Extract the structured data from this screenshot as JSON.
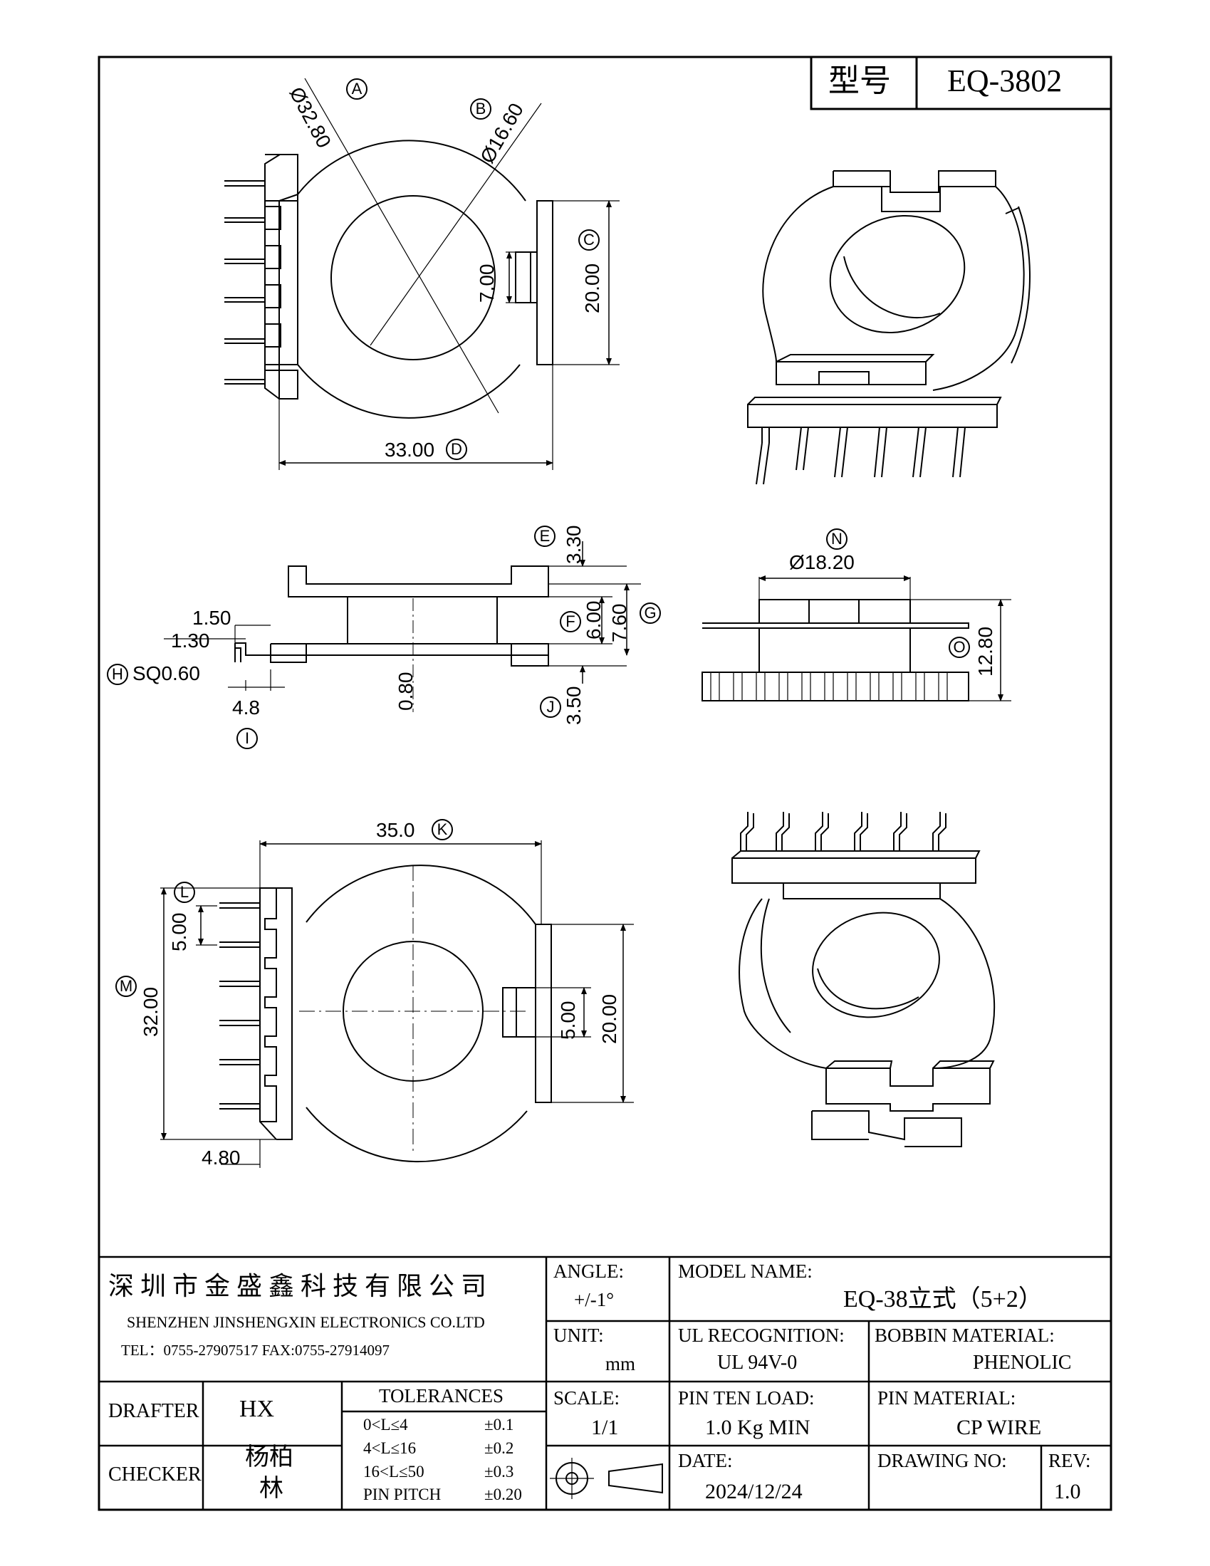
{
  "model_code": {
    "label": "型号",
    "value": "EQ-3802"
  },
  "dims": {
    "A": "Ø32.80",
    "B": "Ø16.60",
    "C": "20.00",
    "D": "33.00",
    "c_inner": "7.00",
    "E": "3.30",
    "F": "6.00",
    "G": "7.60",
    "H": "SQ0.60",
    "I": "4.8",
    "J": "3.50",
    "w150": "1.50",
    "w130": "1.30",
    "w080": "0.80",
    "N": "Ø18.20",
    "O": "12.80",
    "K": "35.0",
    "L": "5.00",
    "M": "32.00",
    "b500": "5.00",
    "b2000": "20.00",
    "b480": "4.80"
  },
  "letters": {
    "A": "A",
    "B": "B",
    "C": "C",
    "D": "D",
    "E": "E",
    "F": "F",
    "G": "G",
    "H": "H",
    "I": "I",
    "J": "J",
    "K": "K",
    "L": "L",
    "M": "M",
    "N": "N",
    "O": "O"
  },
  "company": {
    "cn": "深圳市金盛鑫科技有限公司",
    "en": "SHENZHEN JINSHENGXIN ELECTRONICS   CO.LTD",
    "contact": "TEL：0755-27907517   FAX:0755-27914097"
  },
  "title_block": {
    "angle_label": "ANGLE:",
    "angle_value": "+/-1°",
    "model_name_label": "MODEL NAME:",
    "model_name_value": "EQ-38立式（5+2）",
    "unit_label": "UNIT:",
    "unit_value": "mm",
    "ul_label": "UL RECOGNITION:",
    "ul_value": "UL 94V-0",
    "bobbin_label": "BOBBIN MATERIAL:",
    "bobbin_value": "PHENOLIC",
    "drafter_label": "DRAFTER",
    "drafter_value": "HX",
    "checker_label": "CHECKER",
    "checker_value_1": "杨柏",
    "checker_value_2": "林",
    "tolerances_label": "TOLERANCES",
    "tolerances": [
      {
        "range": "0<L≤4",
        "value": "±0.1"
      },
      {
        "range": "4<L≤16",
        "value": "±0.2"
      },
      {
        "range": "16<L≤50",
        "value": "±0.3"
      },
      {
        "range": "PIN PITCH",
        "value": "±0.20"
      }
    ],
    "scale_label": "SCALE:",
    "scale_value": "1/1",
    "pin_load_label": "PIN TEN LOAD:",
    "pin_load_value": "1.0 Kg MIN",
    "pin_material_label": "PIN MATERIAL:",
    "pin_material_value": "CP WIRE",
    "date_label": "DATE:",
    "date_value": "2024/12/24",
    "drawing_no_label": "DRAWING NO:",
    "drawing_no_value": "",
    "rev_label": "REV:",
    "rev_value": "1.0"
  }
}
